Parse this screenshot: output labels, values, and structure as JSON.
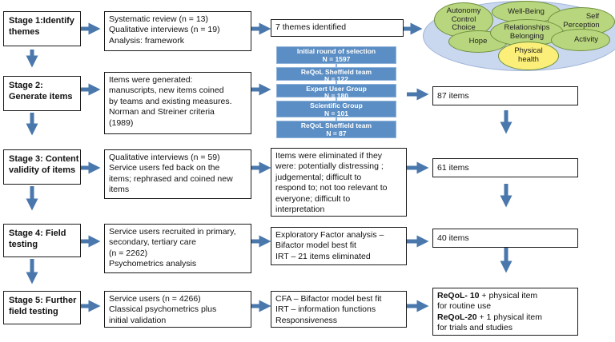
{
  "stages": [
    {
      "line1": "Stage 1:Identify",
      "line2": "themes"
    },
    {
      "line1": "Stage 2:",
      "line2": "Generate items"
    },
    {
      "line1": "Stage 3: Content",
      "line2": "validity of items"
    },
    {
      "line1": "Stage 4: Field",
      "line2": "testing"
    },
    {
      "line1": "Stage 5: Further",
      "line2": "field testing"
    }
  ],
  "methods": [
    [
      "Systematic review  (n = 13)",
      "Qualitative interviews  (n = 19)",
      "Analysis: framework"
    ],
    [
      "Items were generated:",
      "manuscripts, new items coined",
      "by teams and existing measures.",
      "Norman and Streiner criteria",
      "(1989)"
    ],
    [
      "Qualitative interviews  (n = 59)",
      "Service users fed back on the",
      "items; rephrased and coined new",
      "items"
    ],
    [
      "Service users recruited in primary,",
      "secondary, tertiary care",
      "(n = 2262)",
      "Psychometrics analysis"
    ],
    [
      "Service users (n = 4266)",
      "Classical psychometrics plus",
      "initial validation"
    ]
  ],
  "analysis": {
    "s1": "7 themes identified",
    "s3": [
      "Items were eliminated  if they",
      "were: potentially distressing ;",
      "judgemental; difficult to",
      "respond to; not too relevant to",
      "everyone; difficult to",
      "interpretation"
    ],
    "s4": [
      "Exploratory Factor analysis –",
      "Bifactor model best fit",
      "IRT – 21 items eliminated"
    ],
    "s5": [
      "CFA  – Bifactor model best fit",
      "IRT  – information functions",
      "Responsiveness"
    ]
  },
  "selection": [
    {
      "label": "Initial round of selection",
      "n": "N  =  1597"
    },
    {
      "label": "ReQoL Sheffield team",
      "n": "N  =  122"
    },
    {
      "label": "Expert User Group",
      "n": "N  =  180"
    },
    {
      "label": "Scientific Group",
      "n": "N  =  101"
    },
    {
      "label": "ReQoL Sheffield team",
      "n": "N  =  87"
    }
  ],
  "results": {
    "s2": "87 items",
    "s3": "61 items",
    "s4": "40 items",
    "s5": {
      "l1a": "ReQoL- 10",
      "l1b": " + physical item",
      "l2": "for routine use",
      "l3a": "ReQoL-20",
      "l3b": " + 1 physical item",
      "l4": " for trials and studies"
    }
  },
  "themes": {
    "autonomy": "Autonomy",
    "control": "Control",
    "choice": "Choice",
    "wellbeing": "Well-Being",
    "self": "Self",
    "perception": "Perception",
    "relationships": "Relationships",
    "belonging": "Belonging",
    "hope": "Hope",
    "activity": "Activity",
    "physical1": "Physical",
    "physical2": "health"
  },
  "colors": {
    "arrow": "#4a78ad",
    "theme_bg": "#c9d7ef",
    "oval": "#b8d67e",
    "oval_highlight": "#fbef7a",
    "blue_box": "#5b8ec4"
  }
}
